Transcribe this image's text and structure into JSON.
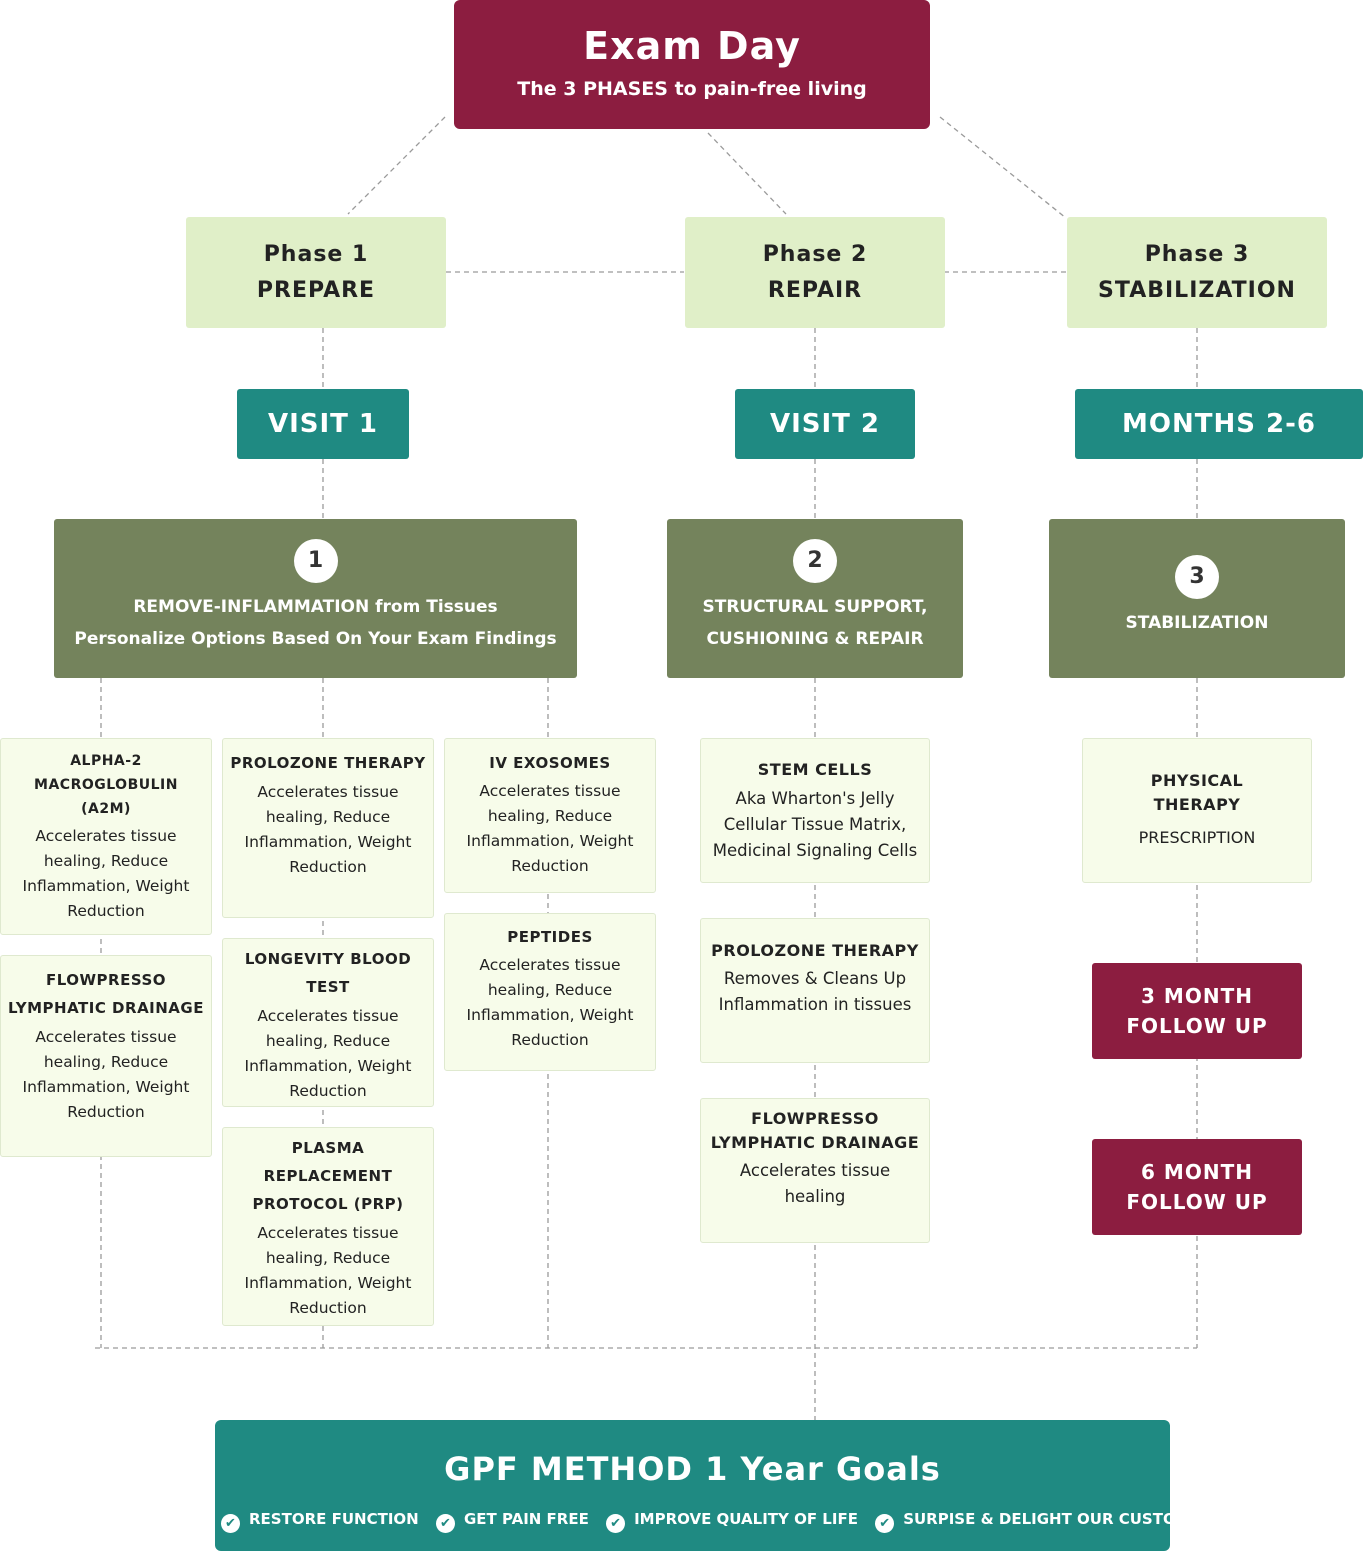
{
  "header": {
    "title": "Exam Day",
    "subtitle": "The 3 PHASES to pain-free living"
  },
  "phases": [
    {
      "line1": "Phase 1",
      "line2": "PREPARE"
    },
    {
      "line1": "Phase 2",
      "line2": "REPAIR"
    },
    {
      "line1": "Phase 3",
      "line2": "STABILIZATION"
    }
  ],
  "visits": [
    "VISIT 1",
    "VISIT 2",
    "MONTHS 2-6"
  ],
  "steps": [
    {
      "number": "1",
      "line1": "REMOVE-INFLAMMATION from Tissues",
      "line2": "Personalize Options Based On Your Exam Findings"
    },
    {
      "number": "2",
      "line1": "STRUCTURAL SUPPORT,",
      "line2": "CUSHIONING & REPAIR"
    },
    {
      "number": "3",
      "line1": "STABILIZATION"
    }
  ],
  "cards": {
    "a2m": {
      "title": "ALPHA-2 MACROGLOBULIN (A2M)",
      "desc": "Accelerates tissue healing, Reduce Inflammation, Weight Reduction"
    },
    "flowpresso1": {
      "title": "FLOWPRESSO LYMPHATIC DRAINAGE",
      "desc": "Accelerates tissue healing, Reduce Inflammation, Weight Reduction"
    },
    "prolozone1": {
      "title": "PROLOZONE THERAPY",
      "desc": "Accelerates tissue healing, Reduce Inflammation, Weight Reduction"
    },
    "longevity": {
      "title": "LONGEVITY BLOOD TEST",
      "desc": "Accelerates tissue healing, Reduce Inflammation, Weight Reduction"
    },
    "prp": {
      "title": "PLASMA REPLACEMENT PROTOCOL (PRP)",
      "desc": "Accelerates tissue healing, Reduce Inflammation, Weight Reduction"
    },
    "exosomes": {
      "title": "IV EXOSOMES",
      "desc": "Accelerates tissue healing, Reduce Inflammation, Weight Reduction"
    },
    "peptides": {
      "title": "PEPTIDES",
      "desc": "Accelerates tissue healing, Reduce Inflammation, Weight Reduction"
    },
    "stemcells": {
      "title": "STEM CELLS",
      "desc": "Aka Wharton's Jelly Cellular Tissue Matrix, Medicinal Signaling Cells"
    },
    "prolozone2": {
      "title": "PROLOZONE THERAPY",
      "desc": "Removes & Cleans Up Inflammation in tissues"
    },
    "flowpresso2": {
      "title": "FLOWPRESSO LYMPHATIC DRAINAGE",
      "desc": "Accelerates tissue healing"
    },
    "physical": {
      "title": "PHYSICAL THERAPY",
      "desc": "PRESCRIPTION"
    }
  },
  "followups": [
    {
      "line1": "3 MONTH",
      "line2": "FOLLOW UP"
    },
    {
      "line1": "6 MONTH",
      "line2": "FOLLOW UP"
    }
  ],
  "goals": {
    "title": "GPF METHOD 1 Year Goals",
    "items": [
      "RESTORE FUNCTION",
      "GET PAIN FREE",
      "IMPROVE QUALITY OF LIFE",
      "SURPISE & DELIGHT OUR CUSTOMERS"
    ]
  },
  "colors": {
    "burgundy": "#8c1d40",
    "teal": "#1f8a82",
    "olive": "#74835c",
    "phase_bg": "#e0efc8",
    "card_bg": "#f7fcea"
  }
}
